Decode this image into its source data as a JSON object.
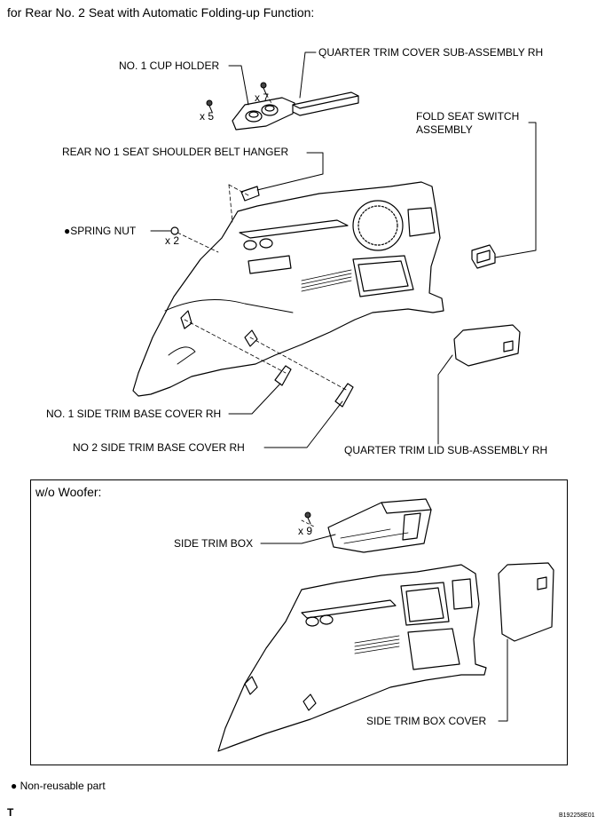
{
  "header": "for Rear No. 2 Seat with Automatic Folding-up Function:",
  "labels": {
    "cup_holder": "NO. 1 CUP HOLDER",
    "quarter_trim_cover": "QUARTER TRIM COVER SUB-ASSEMBLY RH",
    "x7": "x 7",
    "x5": "x 5",
    "fold_switch_1": "FOLD SEAT SWITCH",
    "fold_switch_2": "ASSEMBLY",
    "belt_hanger": "REAR NO  1 SEAT SHOULDER BELT HANGER",
    "spring_nut": "SPRING NUT",
    "x2": "x 2",
    "side_base_1": "NO. 1 SIDE TRIM BASE COVER RH",
    "side_base_2": "NO  2 SIDE TRIM BASE COVER RH",
    "quarter_lid": "QUARTER TRIM LID SUB-ASSEMBLY RH"
  },
  "inset": {
    "title": "w/o Woofer:",
    "x9": "x 9",
    "side_trim_box": "SIDE TRIM BOX",
    "side_trim_box_cover": "SIDE TRIM BOX COVER"
  },
  "legend": {
    "symbol": "●",
    "text": "Non-reusable part"
  },
  "footer": {
    "left": "T",
    "right": "B192258E01"
  }
}
